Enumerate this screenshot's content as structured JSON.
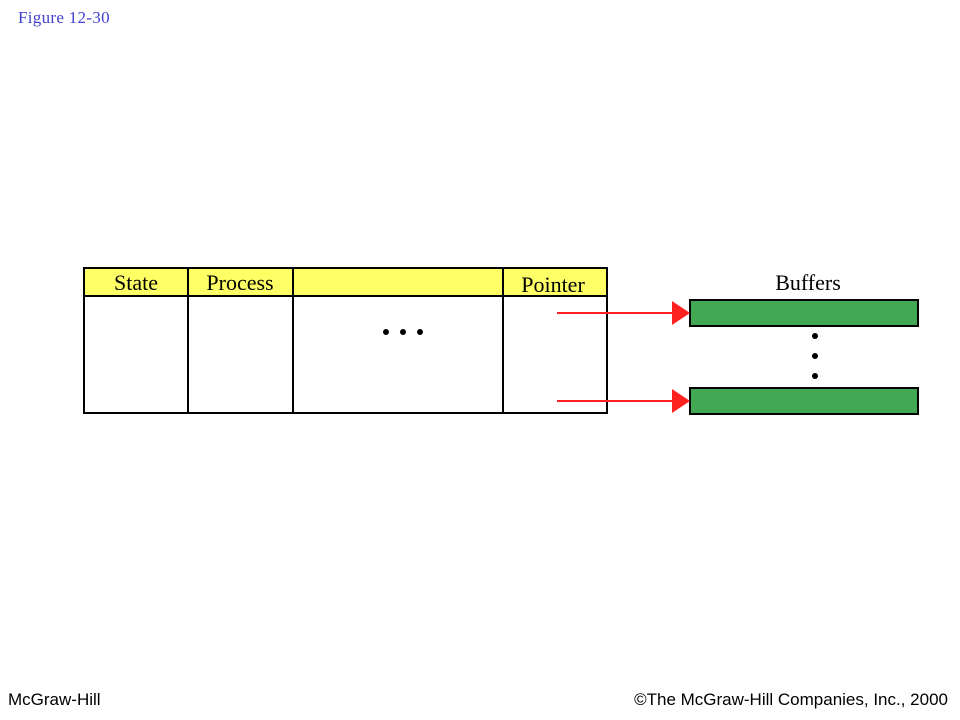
{
  "figure_label": "Figure  12-30",
  "table": {
    "columns": [
      "State",
      "Process",
      "",
      "Pointer"
    ],
    "ellipsis": "..."
  },
  "buffers": {
    "title": "Buffers",
    "count_shown": 2
  },
  "colors": {
    "header_fill": "#ffff66",
    "buffer_fill": "#42a853",
    "arrow": "#ff2020",
    "figure_label": "#3f3fd0"
  },
  "footer": {
    "publisher": "McGraw-Hill",
    "copyright": "©The McGraw-Hill Companies, Inc., 2000"
  }
}
